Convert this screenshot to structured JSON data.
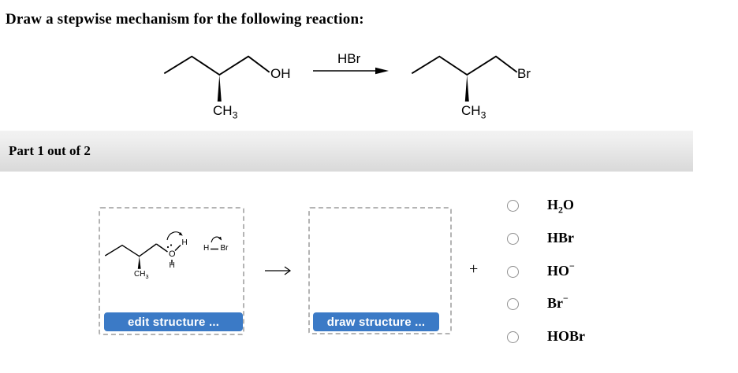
{
  "title": "Draw a stepwise mechanism for the following reaction:",
  "part_header": "Part 1 out of 2",
  "reaction_scheme": {
    "reagent_above_arrow": "HBr",
    "left_molecule": {
      "oh": "OH",
      "ch": "CH",
      "ch_sub": "3"
    },
    "right_molecule": {
      "br": "Br",
      "ch": "CH",
      "ch_sub": "3"
    }
  },
  "edit_box": {
    "button_label": "edit structure ...",
    "structure": {
      "o": "O",
      "h_below_o": "H",
      "h_attacked": "H",
      "hbr_h": "H",
      "hbr_br": "Br",
      "ch": "CH",
      "ch_sub": "3"
    }
  },
  "draw_box": {
    "button_label": "draw structure ..."
  },
  "plus_sign": "+",
  "options": [
    {
      "pre": "H",
      "sub": "2",
      "sup": "",
      "post": "O"
    },
    {
      "pre": "HBr",
      "sub": "",
      "sup": "",
      "post": ""
    },
    {
      "pre": "HO",
      "sub": "",
      "sup": "−",
      "post": ""
    },
    {
      "pre": "Br",
      "sub": "",
      "sup": "−",
      "post": ""
    },
    {
      "pre": "HOBr",
      "sub": "",
      "sup": "",
      "post": ""
    }
  ],
  "colors": {
    "button_blue": "#3b7ac6",
    "header_bar_top": "#f2f2f2",
    "header_bar_bottom": "#d9d9d9",
    "dashed_border": "#b4b4b4",
    "radio_ring": "#8f8f8f"
  }
}
